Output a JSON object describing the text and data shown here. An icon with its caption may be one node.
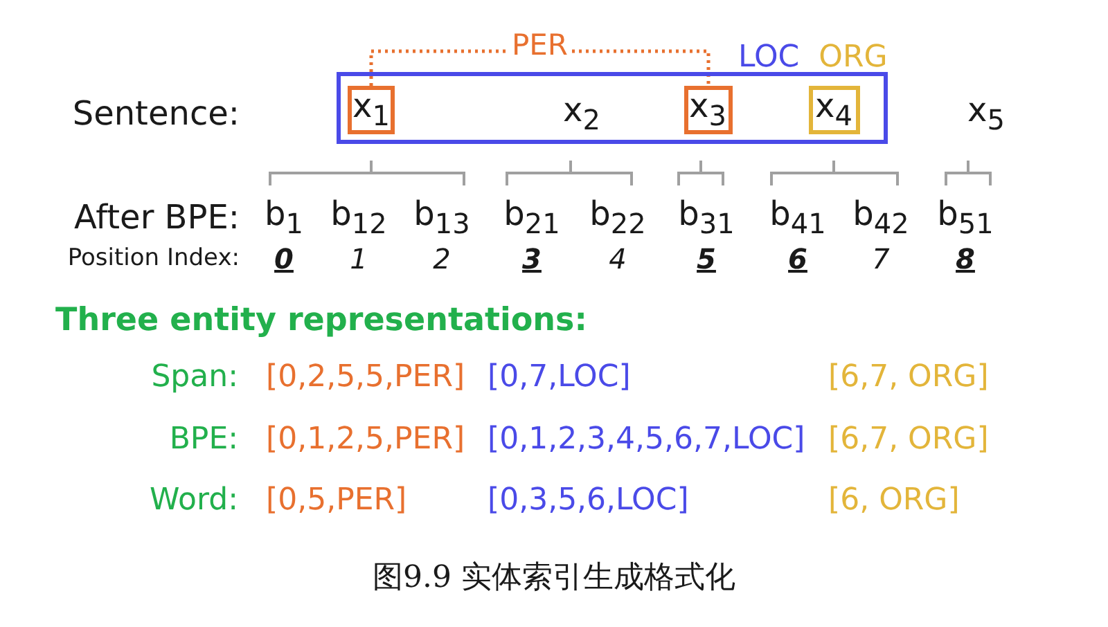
{
  "diagram": {
    "caption": "图9.9 实体索引生成格式化",
    "nodes": [
      {
        "text": [
          "LOC"
        ]
      },
      {
        "text": [
          "x$_{1}$"
        ],
        "in": 0
      },
      {
        "text": [
          "x$_{3}$"
        ],
        "in": 0
      },
      {
        "text": [
          "ORG",
          "x$_{4}$"
        ],
        "in": 0
      }
    ],
    "edges": [
      {
        "from": 1,
        "to": 2,
        "arrow": "none",
        "label": "PER",
        "style": "dashed",
        "color": "#e8702f"
      }
    ],
    "labels": [
      "Sentence:",
      "x$_{2}$",
      "x$_{5}$",
      "After BPE:",
      "b$_{1}$",
      "b$_{12}$",
      "b$_{13}$",
      "b$_{21}$",
      "b$_{22}$",
      "b$_{31}$",
      "b$_{41}$",
      "b$_{42}$",
      "b$_{51}$",
      "Position Index:",
      "0",
      "1",
      "2",
      "3",
      "4",
      "5",
      "6",
      "7",
      "8",
      "Three entity representations:",
      "Span:",
      "[0,2,5,5,PER]",
      "[0,7,LOC]",
      "[6,7, ORG]",
      "BPE:",
      "[0,1,2,5,PER]",
      "[0,1,2,3,4,5,6,7,LOC]",
      "[6,7, ORG]",
      "Word:",
      "[0,5,PER]",
      "[0,3,5,6,LOC]",
      "[6, ORG]"
    ]
  }
}
